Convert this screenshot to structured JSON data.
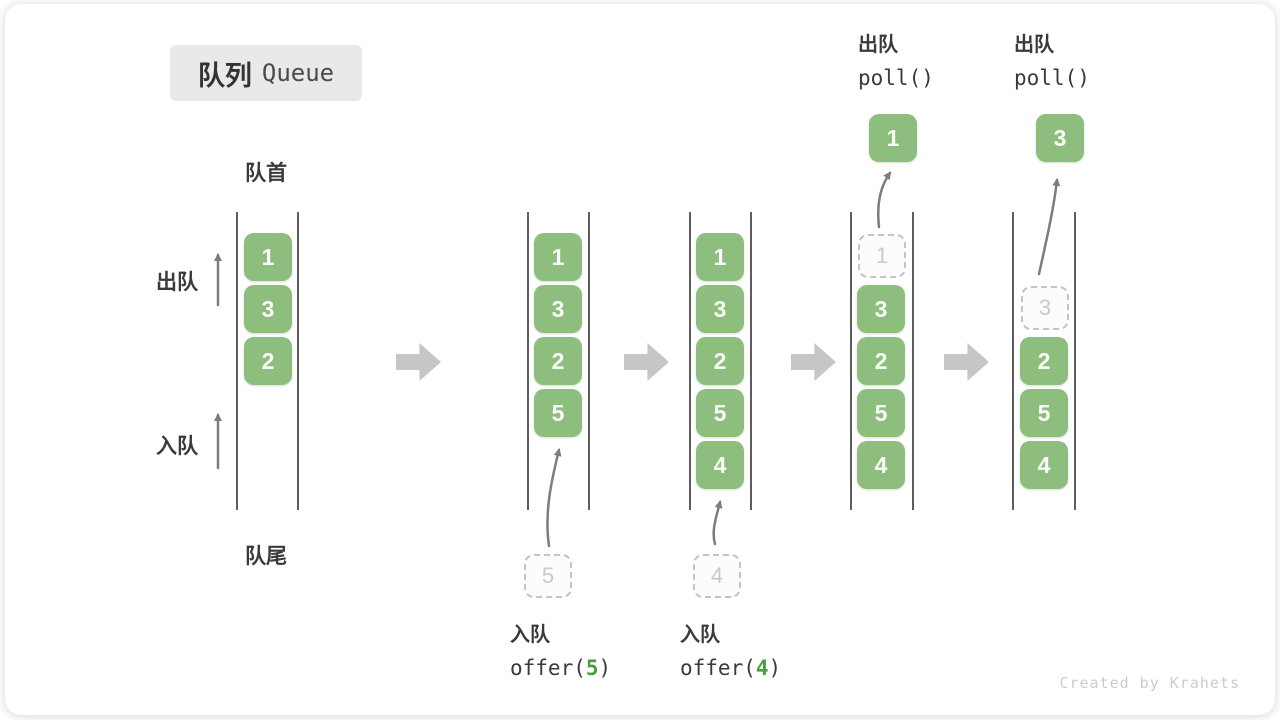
{
  "title": {
    "zh": "队列",
    "en": "Queue"
  },
  "labels": {
    "front": "队首",
    "rear": "队尾",
    "dequeue": "出队",
    "enqueue": "入队"
  },
  "states": [
    {
      "items": [
        "1",
        "3",
        "2"
      ]
    },
    {
      "items": [
        "1",
        "3",
        "2",
        "5"
      ],
      "incoming": "5"
    },
    {
      "items": [
        "1",
        "3",
        "2",
        "5",
        "4"
      ],
      "incoming": "4"
    },
    {
      "items": [
        "3",
        "2",
        "5",
        "4"
      ],
      "removed": "1",
      "result": "1"
    },
    {
      "items": [
        "2",
        "5",
        "4"
      ],
      "removed": "3",
      "result": "3"
    }
  ],
  "ops": {
    "enqueue5": {
      "label": "入队",
      "fn": "offer(",
      "arg": "5",
      "close": ")"
    },
    "enqueue4": {
      "label": "入队",
      "fn": "offer(",
      "arg": "4",
      "close": ")"
    },
    "poll1": {
      "label": "出队",
      "fn": "poll()"
    },
    "poll2": {
      "label": "出队",
      "fn": "poll()"
    }
  },
  "watermark": "Created by Krahets",
  "colors": {
    "green": "#8dbe7e",
    "green_dark": "#4a9e3f",
    "line": "#5d5d5d",
    "thin_arrow": "#7d7d7d",
    "block_arrow": "#c6c6c6",
    "dashed_border": "#c3c3c3",
    "dashed_text": "#c9c9c9",
    "title_bg": "#e9e9e9",
    "text": "#3a3a3a",
    "watermark": "#cccccc",
    "cell_text": "#fbfdf9"
  }
}
